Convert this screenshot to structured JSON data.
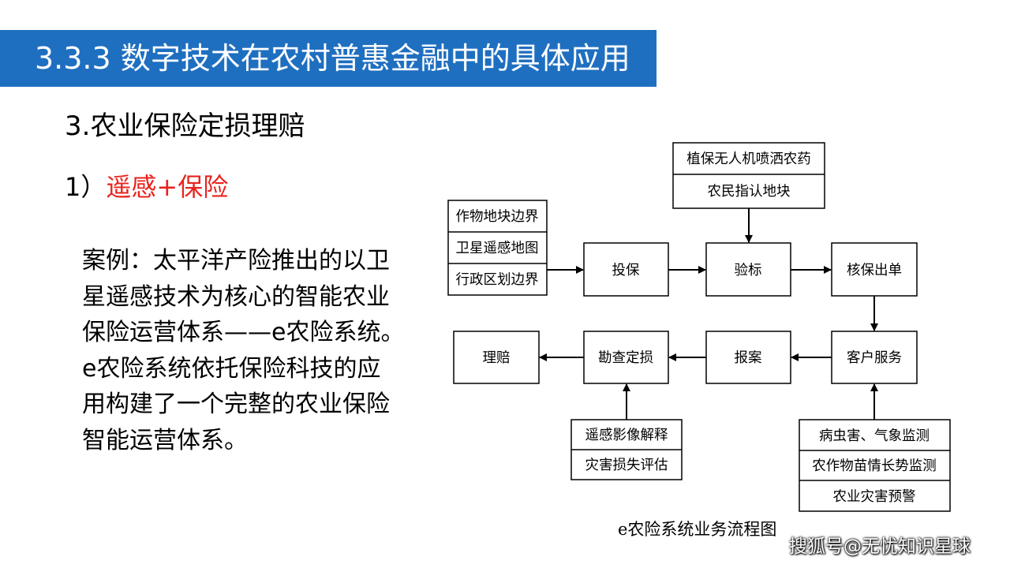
{
  "slide": {
    "title": "3.3.3 数字技术在农村普惠金融中的具体应用",
    "section_title": "3.农业保险定损理赔",
    "sub_heading_prefix": "1）",
    "sub_heading_highlight": "遥感+保险",
    "case_lines": [
      "案例：太平洋产险推出的以卫",
      "星遥感技术为核心的智能农业",
      "保险运营体系——e农险系统。",
      "e农险系统依托保险科技的应",
      "用构建了一个完整的农业保险",
      "智能运营体系。"
    ]
  },
  "flowchart": {
    "caption": "e农险系统业务流程图",
    "nodes": {
      "tou_bao": "投保",
      "yan_biao": "验标",
      "he_bao": "核保出单",
      "ke_hu": "客户服务",
      "bao_an": "报案",
      "kan_cha": "勘查定损",
      "li_pei": "理赔"
    },
    "input_groups": {
      "left_inputs": [
        "作物地块边界",
        "卫星遥感地图",
        "行政区划边界"
      ],
      "top_inputs": [
        "植保无人机喷洒农药",
        "农民指认地块"
      ],
      "bottom_left_inputs": [
        "遥感影像解释",
        "灾害损失评估"
      ],
      "bottom_right_inputs": [
        "病虫害、气象监测",
        "农作物苗情长势监测",
        "农业灾害预警"
      ]
    }
  },
  "watermark": "搜狐号@无忧知识星球",
  "colors": {
    "title_bar": "#1f6fc0",
    "highlight_red": "#e8231d"
  }
}
